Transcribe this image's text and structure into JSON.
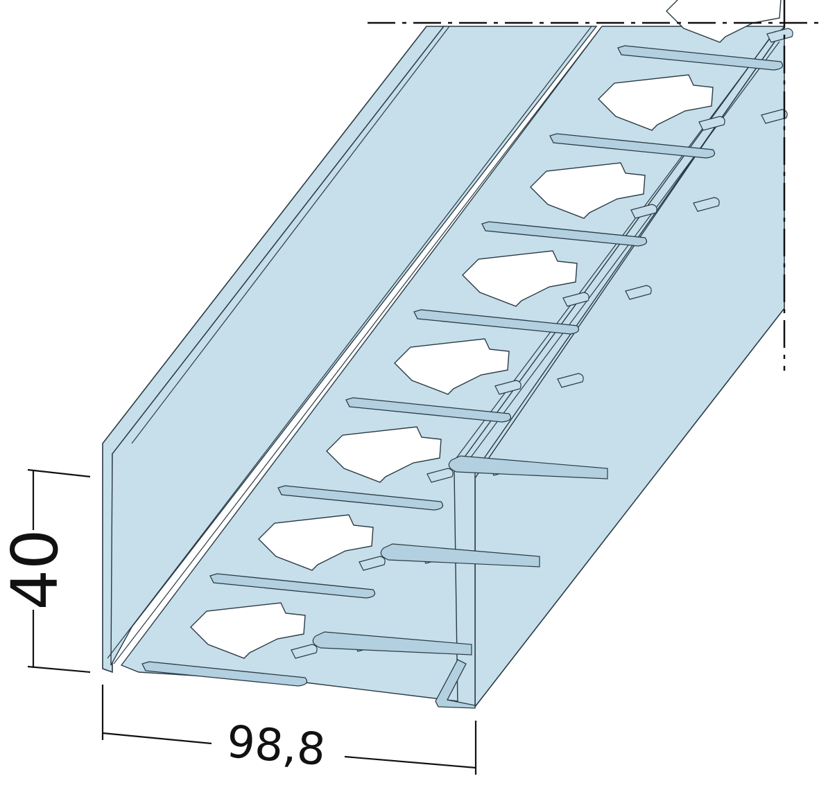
{
  "dimensions": {
    "height_label": "40",
    "width_label": "98,8"
  },
  "colors": {
    "metal_fill": "#c6dfea",
    "metal_shade": "#b2d0df",
    "outline": "#2a3a44",
    "dimension_line": "#111111",
    "background": "#ffffff"
  },
  "profile": {
    "perforation_count": 8
  }
}
